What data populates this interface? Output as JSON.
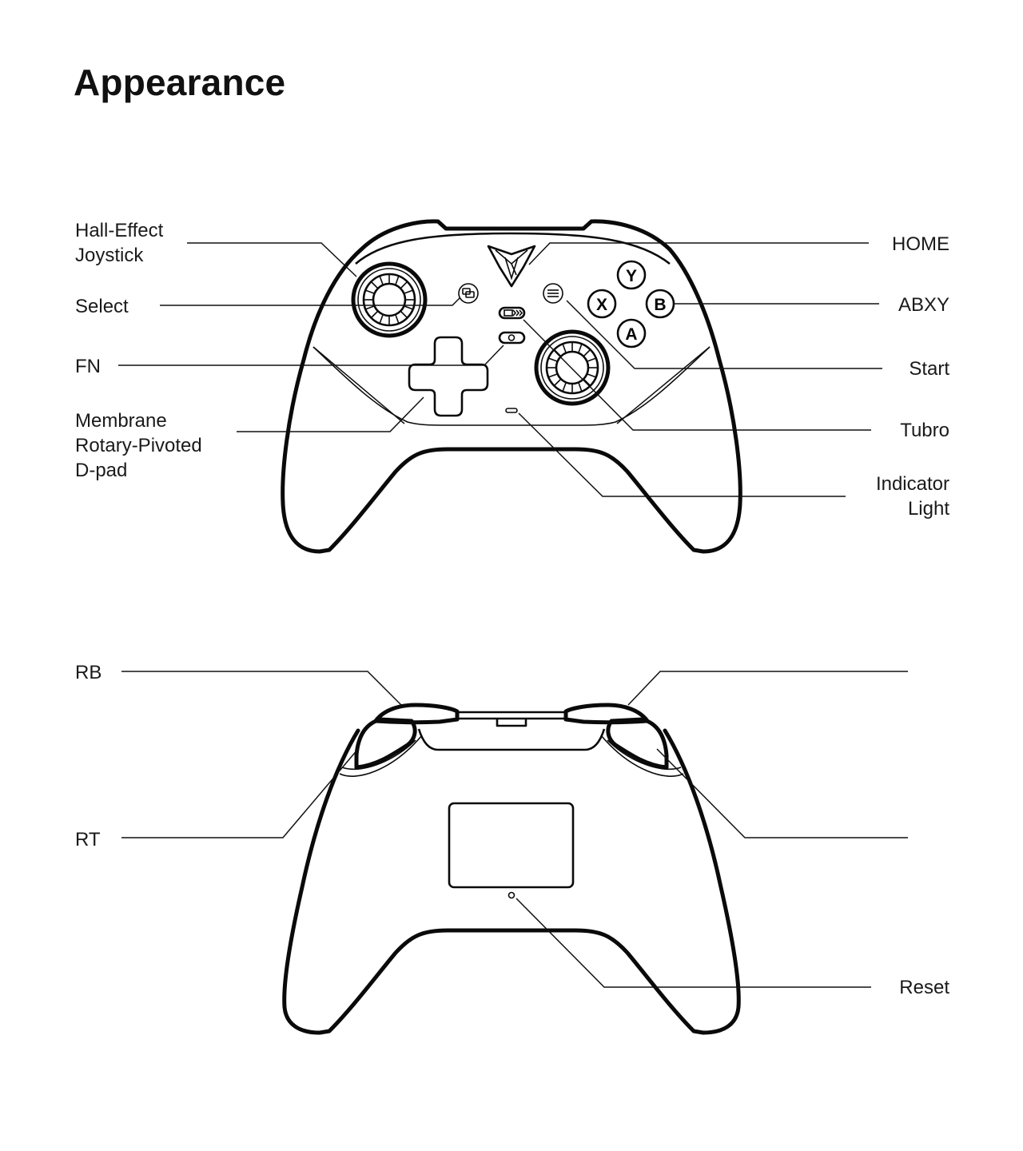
{
  "page": {
    "title": "Appearance"
  },
  "front_view": {
    "labels": [
      {
        "id": "hall-effect-joystick",
        "text": "Hall-Effect\nJoystick"
      },
      {
        "id": "select",
        "text": "Select"
      },
      {
        "id": "fn",
        "text": "FN"
      },
      {
        "id": "dpad",
        "text": "Membrane\nRotary-Pivoted\nD-pad"
      },
      {
        "id": "home",
        "text": "HOME"
      },
      {
        "id": "abxy",
        "text": "ABXY"
      },
      {
        "id": "start",
        "text": "Start"
      },
      {
        "id": "turbo",
        "text": "Tubro"
      },
      {
        "id": "indicator-light",
        "text": "Indicator\nLight"
      }
    ],
    "face_buttons": {
      "y": "Y",
      "x": "X",
      "b": "B",
      "a": "A"
    }
  },
  "back_view": {
    "labels": [
      {
        "id": "rb",
        "text": "RB"
      },
      {
        "id": "rt",
        "text": "RT"
      },
      {
        "id": "reset",
        "text": "Reset"
      }
    ]
  }
}
